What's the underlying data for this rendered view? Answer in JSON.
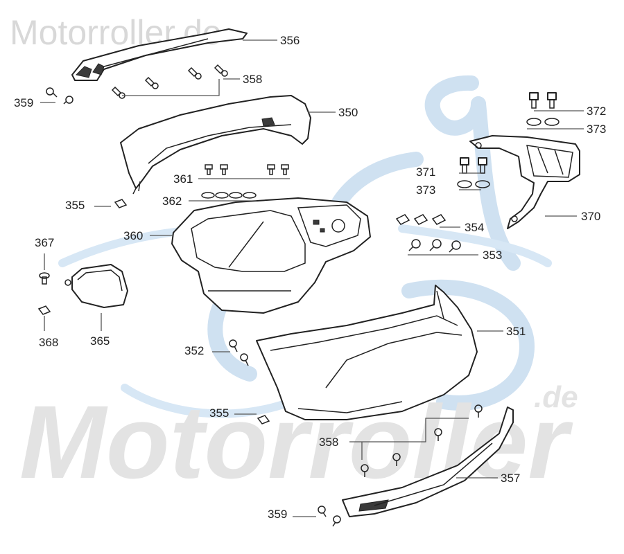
{
  "watermark": {
    "top_text": "Motorroller.de",
    "big_text": "Motorroller",
    "big_suffix": ".de"
  },
  "colors": {
    "line_art": "#222222",
    "watermark_gray": "#e3e3e3",
    "watermark_blue": "#cfe1f1",
    "label_text": "#222222"
  },
  "callouts": {
    "p356": "356",
    "p358a": "358",
    "p359a": "359",
    "p350": "350",
    "p361": "361",
    "p355a": "355",
    "p362": "362",
    "p360": "360",
    "p367": "367",
    "p368": "368",
    "p365": "365",
    "p372": "372",
    "p373a": "373",
    "p371": "371",
    "p373b": "373",
    "p370": "370",
    "p354": "354",
    "p353": "353",
    "p351": "351",
    "p352": "352",
    "p355b": "355",
    "p358b": "358",
    "p357": "357",
    "p359b": "359"
  }
}
